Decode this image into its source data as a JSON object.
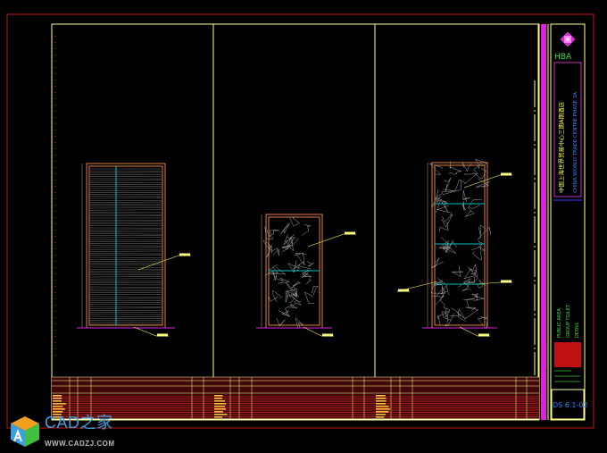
{
  "title_block": {
    "company": "HBA",
    "project_cn": "中国上海世界贸易中心三期A期酒店",
    "project_en": "CHINA WORLD TRADE CENTRE PHASE 3A",
    "area": "PUBLIC AREA",
    "sheet_title": "GROUP TOILET",
    "detail": "DETAIL",
    "drawing_no": "DS 6.1-02"
  },
  "watermark": {
    "name": "CAD之家",
    "url": "WWW.CADZJ.COM"
  },
  "colors": {
    "frame": "#ffff80",
    "border": "#d02020",
    "door": "#e08040",
    "accent": "#00c0c0",
    "magenta": "#e020e0"
  }
}
